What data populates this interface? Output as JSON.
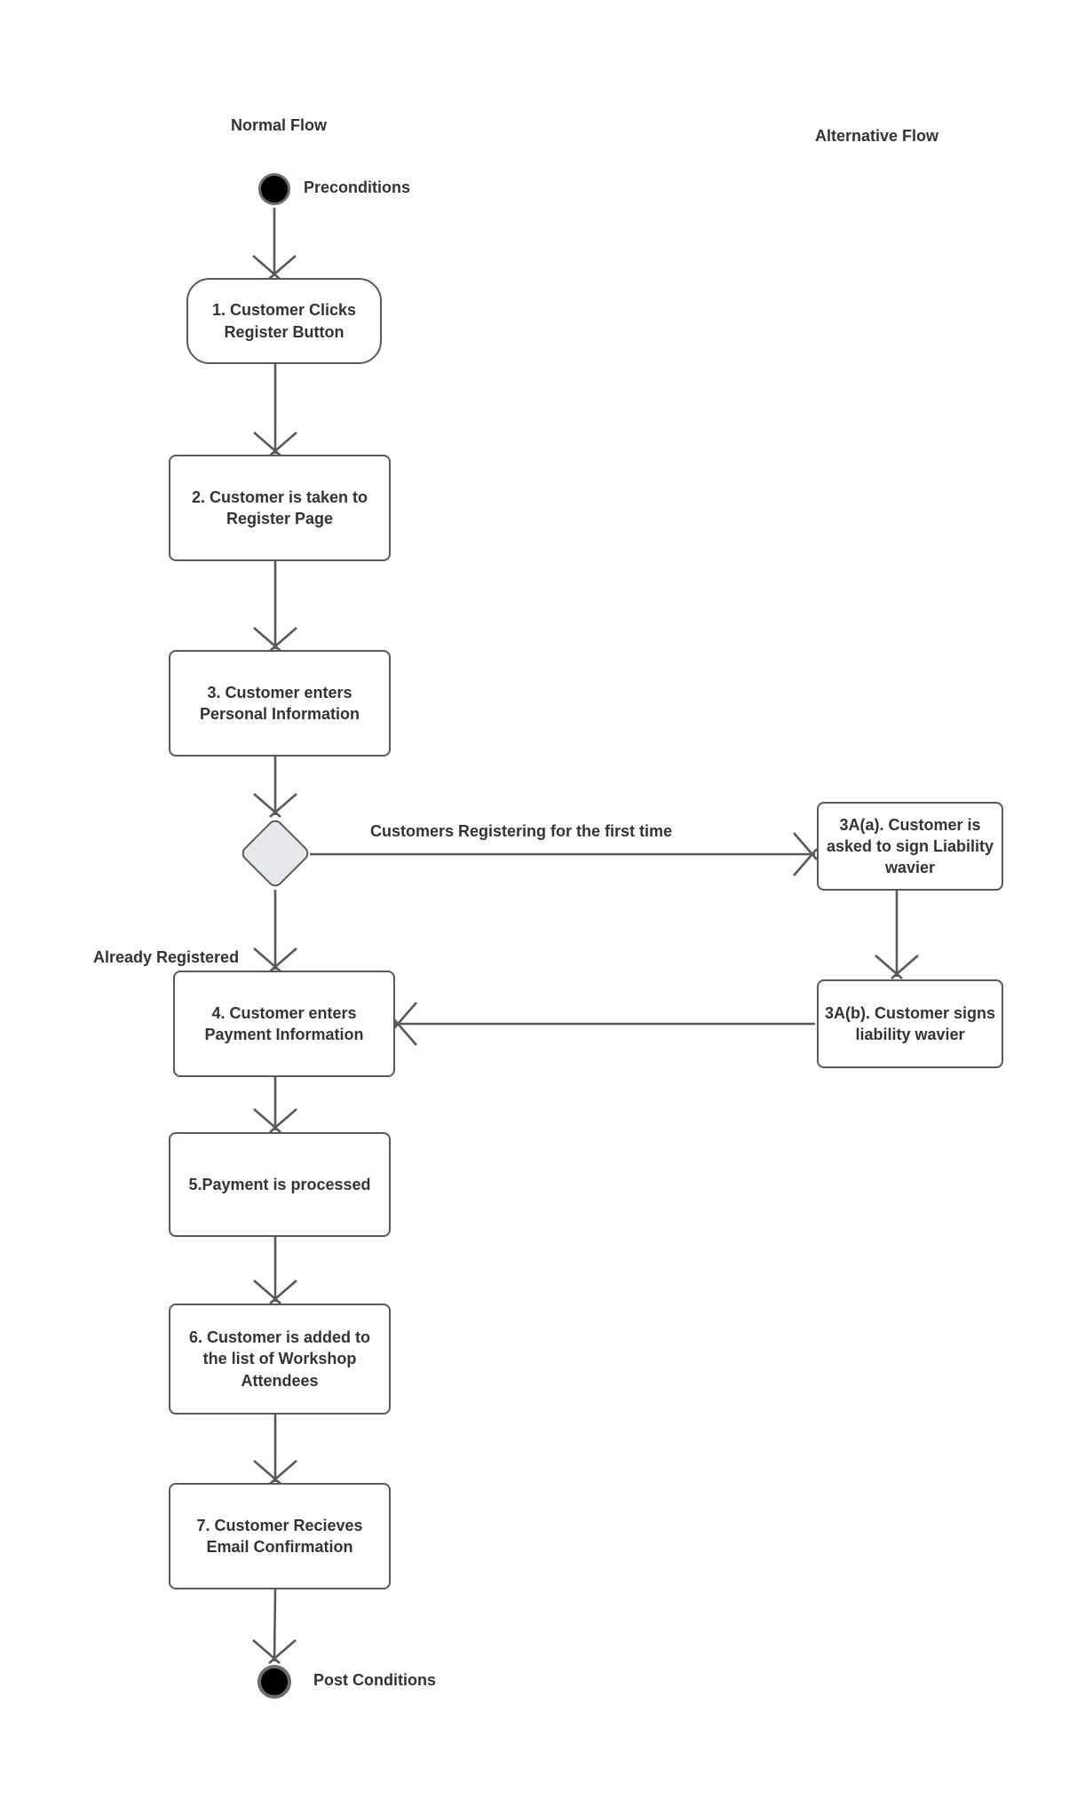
{
  "diagram": {
    "title_normal_flow": "Normal Flow",
    "title_alternative_flow": "Alternative Flow",
    "start_label": "Preconditions",
    "end_label": "Post Conditions",
    "steps": [
      "1. Customer Clicks Register Button",
      "2. Customer is taken to Register Page",
      "3. Customer enters Personal Information",
      "4. Customer enters Payment Information",
      "5.Payment is processed",
      "6. Customer is added to the list of Workshop Attendees",
      "7. Customer Recieves Email Confirmation"
    ],
    "alt_steps": [
      "3A(a). Customer is asked to sign Liability wavier",
      "3A(b). Customer signs liability wavier"
    ],
    "branch_labels": {
      "first_time": "Customers Registering for the first time",
      "already_registered": "Already Registered"
    },
    "colors": {
      "stroke": "#595959",
      "text": "#333333",
      "decision_fill": "#e6e9ec",
      "node_fill": "#ffffff"
    }
  }
}
